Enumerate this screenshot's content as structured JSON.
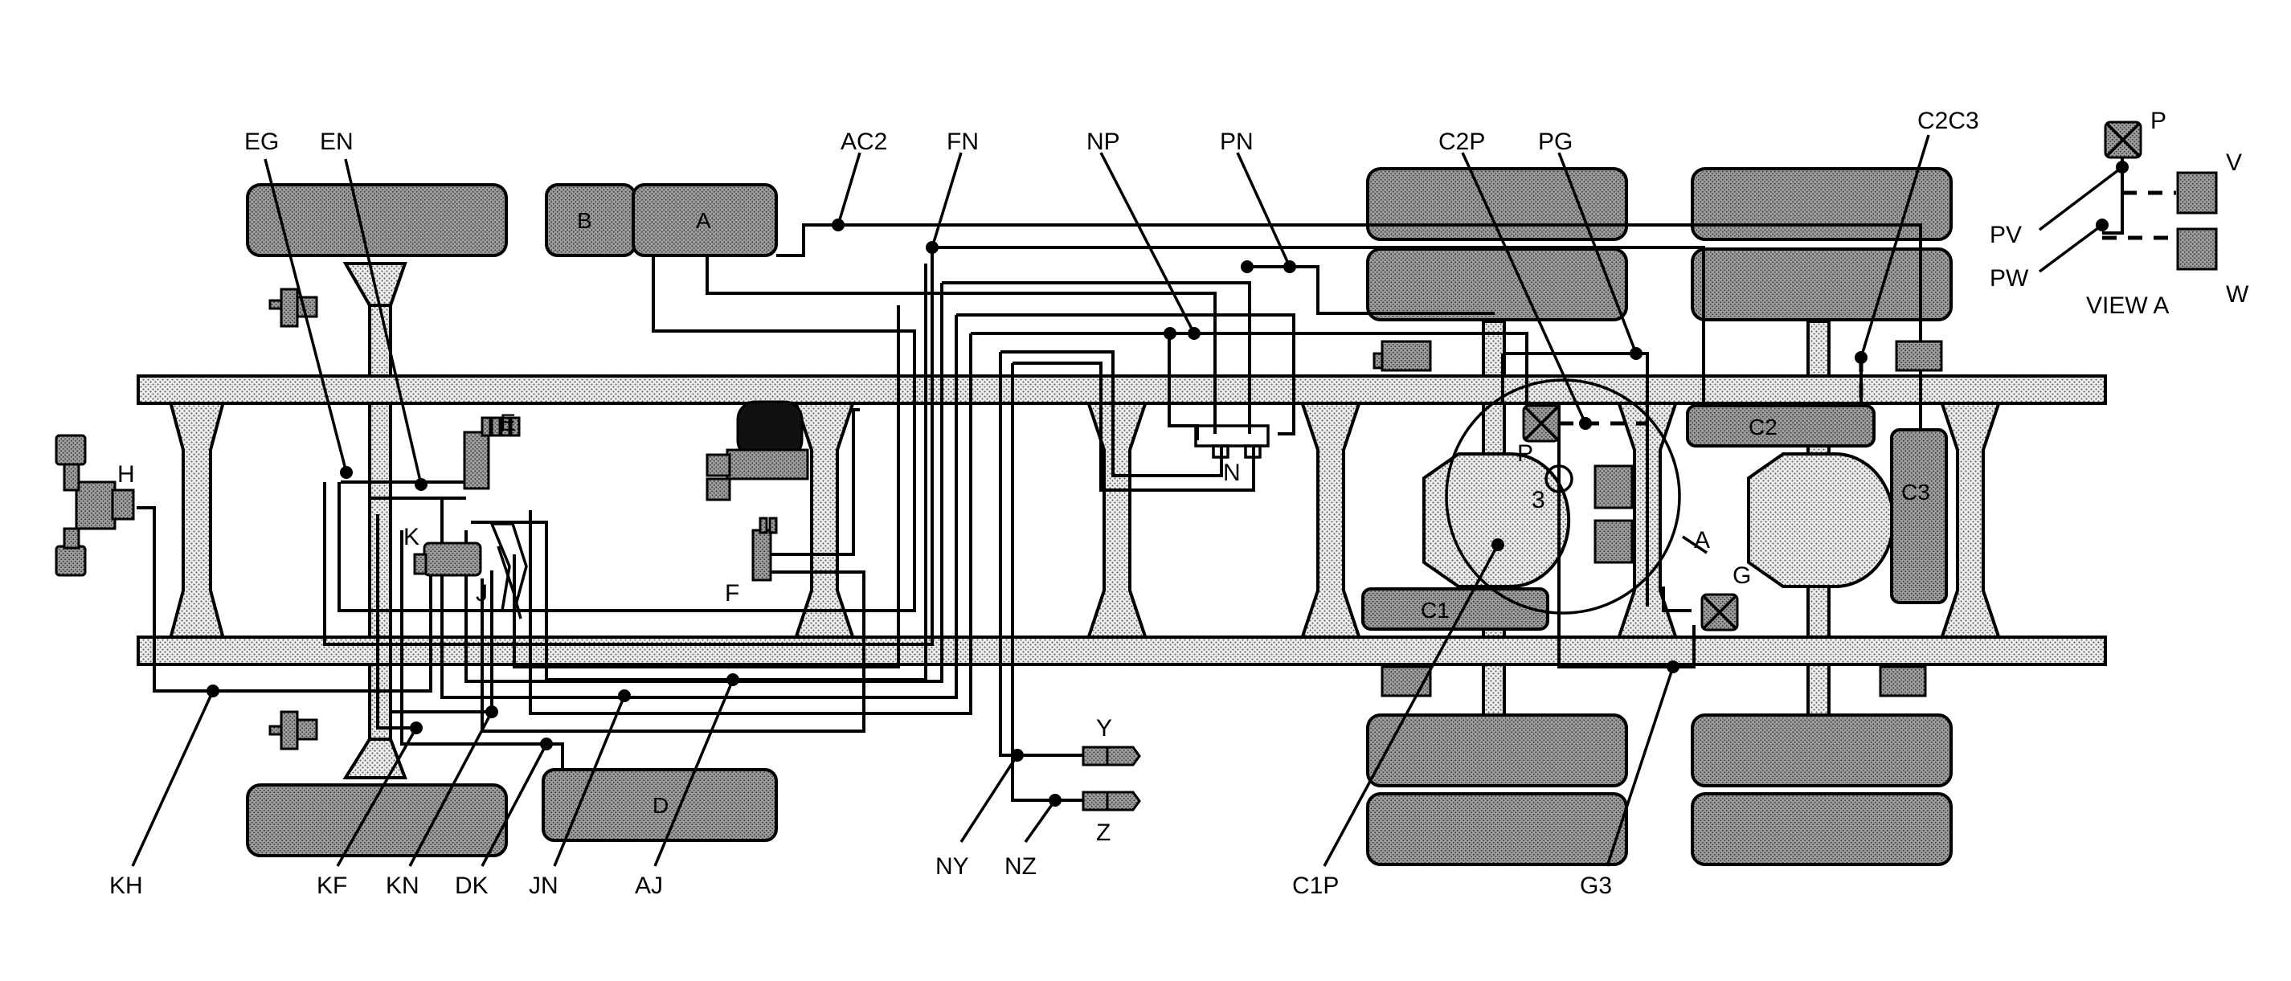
{
  "labels": {
    "EG": "EG",
    "EN": "EN",
    "AC2": "AC2",
    "FN": "FN",
    "NP": "NP",
    "PN": "PN",
    "C2P": "C2P",
    "PG": "PG",
    "C2C3": "C2C3",
    "P_view": "P",
    "V": "V",
    "PV": "PV",
    "PW": "PW",
    "W": "W",
    "VIEW_A": "VIEW A",
    "E": "E",
    "H": "H",
    "K": "K",
    "J": "J",
    "F": "F",
    "N": "N",
    "P": "P",
    "3": "3",
    "A_pointer": "A",
    "G": "G",
    "Y": "Y",
    "Z": "Z",
    "KH": "KH",
    "KF": "KF",
    "KN": "KN",
    "DK": "DK",
    "JN": "JN",
    "AJ": "AJ",
    "NY": "NY",
    "NZ": "NZ",
    "C1P": "C1P",
    "G3": "G3"
  },
  "tanks": {
    "B": "B",
    "A": "A",
    "D": "D",
    "C1": "C1",
    "C2": "C2",
    "C3": "C3"
  }
}
